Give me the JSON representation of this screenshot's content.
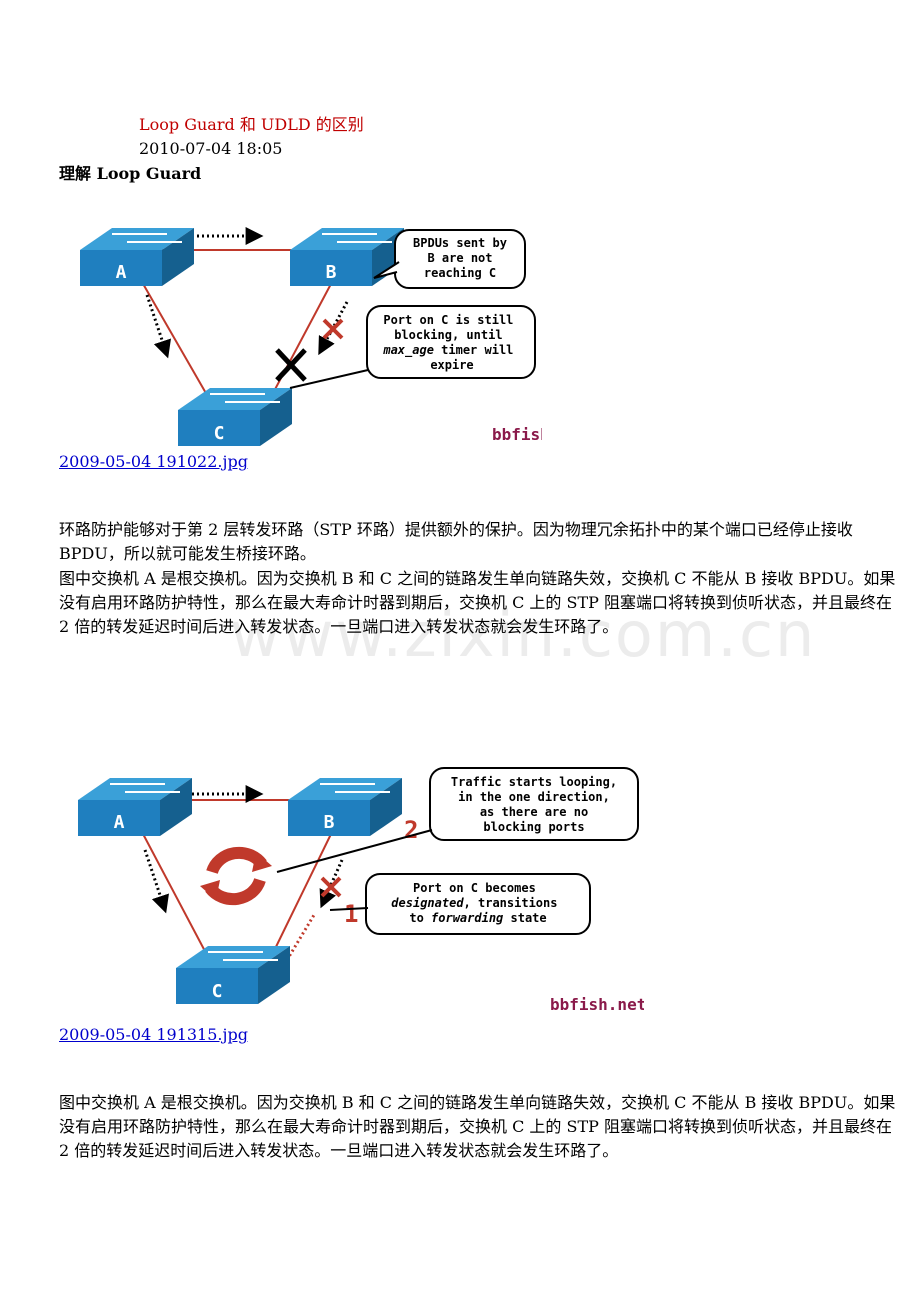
{
  "article": {
    "title": "Loop Guard 和 UDLD 的区别",
    "date": "2010-07-04 18:05",
    "heading": "理解 Loop Guard"
  },
  "figure1": {
    "switch_labels": [
      "A",
      "B",
      "C"
    ],
    "callout_top": "BPDUs sent by\nB are not\nreaching C",
    "callout_bottom_parts": [
      "Port on C is still",
      "blocking, until",
      "max_age",
      " timer will",
      "expire"
    ],
    "watermark": "bbfish.net",
    "link": "2009-05-04 191022.jpg"
  },
  "figure2": {
    "switch_labels": [
      "A",
      "B",
      "C"
    ],
    "callout_top": "Traffic starts looping,\nin the one direction,\nas there are no\nblocking ports",
    "callout_bottom_parts": [
      "Port on C becomes",
      "designated",
      ", transitions",
      "to ",
      "forwarding",
      " state"
    ],
    "step_labels": [
      "1",
      "2"
    ],
    "watermark": "bbfish.net",
    "link": "2009-05-04 191315.jpg"
  },
  "paragraphs": {
    "p1": "环路防护能够对于第 2 层转发环路（STP 环路）提供额外的保护。因为物理冗余拓扑中的某个端口已经停止接收 BPDU，所以就可能发生桥接环路。",
    "p2": "图中交换机 A 是根交换机。因为交换机 B 和 C 之间的链路发生单向链路失效，交换机 C 不能从 B 接收 BPDU。如果没有启用环路防护特性，那么在最大寿命计时器到期后，交换机 C 上的 STP 阻塞端口将转换到侦听状态，并且最终在 2 倍的转发延迟时间后进入转发状态。一旦端口进入转发状态就会发生环路了。",
    "p3": "图中交换机 A 是根交换机。因为交换机 B 和 C 之间的链路发生单向链路失效，交换机 C 不能从 B 接收 BPDU。如果没有启用环路防护特性，那么在最大寿命计时器到期后，交换机 C 上的 STP 阻塞端口将转换到侦听状态，并且最终在 2 倍的转发延迟时间后进入转发状态。一旦端口进入转发状态就会发生环路了。"
  },
  "page_watermark": "www.zixin.com.cn",
  "colors": {
    "title": "#c00000",
    "link": "#0000cc",
    "switch_top": "#3aa0d8",
    "switch_front": "#1f7fbf",
    "switch_side": "#15608f",
    "link_line": "#c0392b"
  }
}
